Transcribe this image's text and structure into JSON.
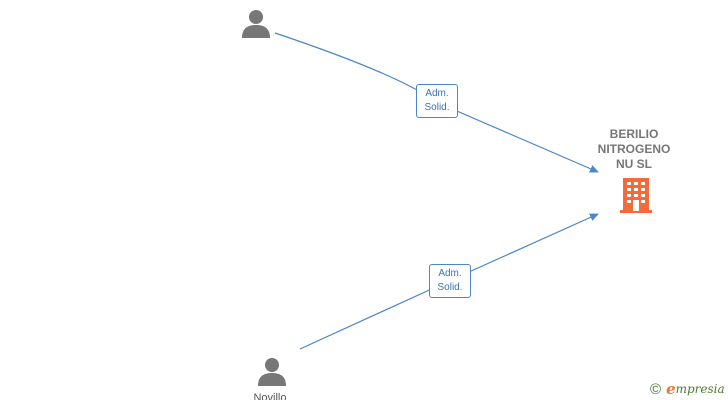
{
  "company": {
    "name_lines": [
      "BERILIO",
      "NITROGENO",
      "NU  SL"
    ],
    "icon": "building-icon",
    "color": "#f26b38"
  },
  "people": [
    {
      "label": "",
      "icon": "person-icon"
    },
    {
      "label": "Novillo",
      "icon": "person-icon"
    }
  ],
  "relations": [
    {
      "line1": "Adm.",
      "line2": "Solid."
    },
    {
      "line1": "Adm.",
      "line2": "Solid."
    }
  ],
  "colors": {
    "edge": "#4a86c8",
    "person": "#777777",
    "label_text": "#3a72b8"
  },
  "brand": {
    "copyright_symbol": "©",
    "first_letter": "e",
    "rest": "mpresia"
  }
}
